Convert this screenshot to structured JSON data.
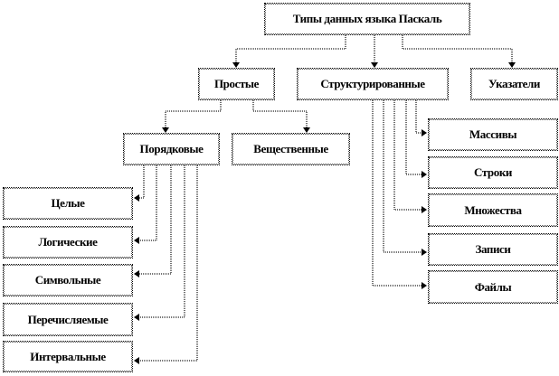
{
  "root": "Типы данных языка Паскаль",
  "level2": {
    "simple": "Простые",
    "structured": "Структурированные",
    "pointers": "Указатели"
  },
  "simple_children": {
    "ordinal": "Порядковые",
    "real": "Вещественные"
  },
  "ordinal_children": [
    "Целые",
    "Логические",
    "Символьные",
    "Перечисляемые",
    "Интервальные"
  ],
  "structured_children": [
    "Массивы",
    "Строки",
    "Множества",
    "Записи",
    "Файлы"
  ]
}
